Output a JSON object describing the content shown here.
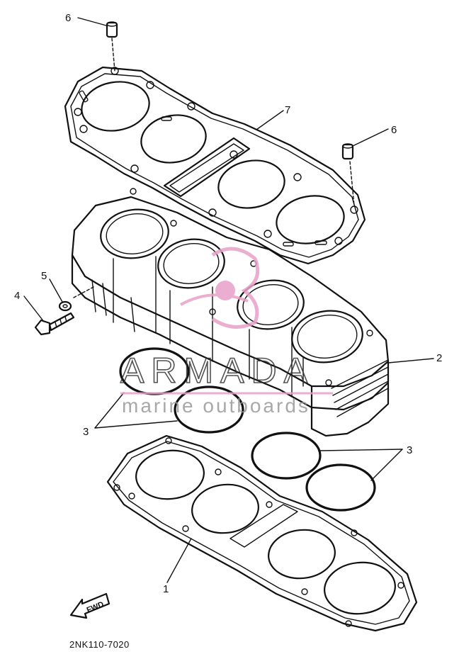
{
  "diagram": {
    "part_code": "2NK110-7020",
    "forward_arrow_label": "FWD",
    "callouts": [
      {
        "id": "1",
        "label": "1"
      },
      {
        "id": "2",
        "label": "2"
      },
      {
        "id": "3a",
        "label": "3"
      },
      {
        "id": "3b",
        "label": "3"
      },
      {
        "id": "4",
        "label": "4"
      },
      {
        "id": "5",
        "label": "5"
      },
      {
        "id": "6a",
        "label": "6"
      },
      {
        "id": "6b",
        "label": "6"
      },
      {
        "id": "7",
        "label": "7"
      }
    ]
  },
  "watermark": {
    "brand": "ARMADA",
    "tagline": "marine outboards",
    "accent_color": "#e8a0c8"
  }
}
